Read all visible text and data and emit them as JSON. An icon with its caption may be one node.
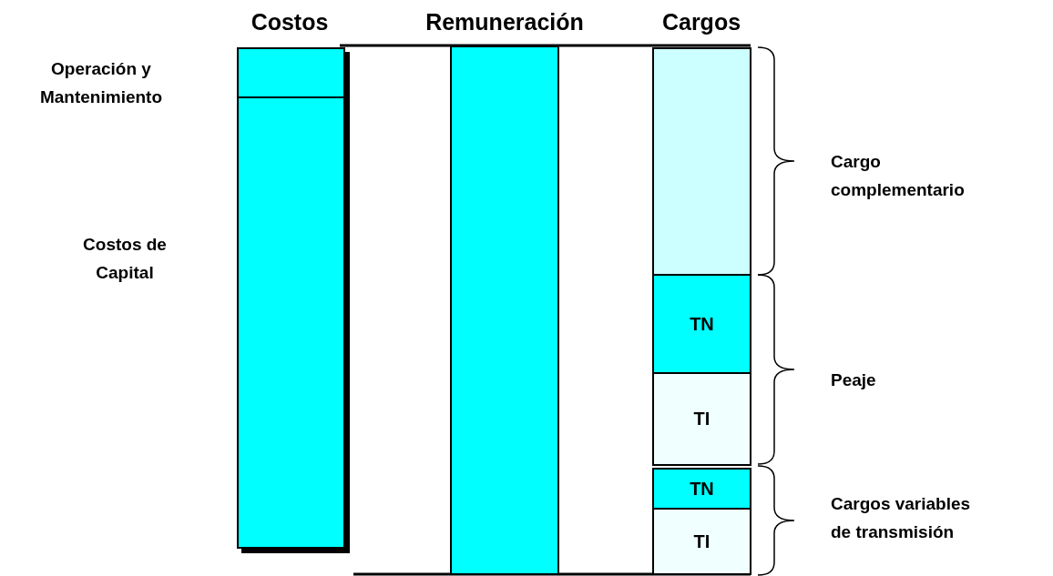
{
  "diagram": {
    "nodes": [
      {
        "text": [],
        "shape": "bar"
      },
      {
        "text": [],
        "shape": "bar"
      },
      {
        "text": [],
        "shape": "bar"
      },
      {
        "text": [],
        "shape": "bar"
      },
      {
        "text": [
          "TN"
        ]
      },
      {
        "text": [
          "TI"
        ]
      },
      {
        "text": [
          "TN"
        ]
      },
      {
        "text": [
          "TI"
        ]
      }
    ],
    "labels": [
      "Costos",
      "Remuneración",
      "Cargos",
      "Operación y Mantenimiento",
      "Cargo complementario",
      "Costos de Capital",
      "Peaje",
      "Cargos variables de transmisión"
    ]
  }
}
